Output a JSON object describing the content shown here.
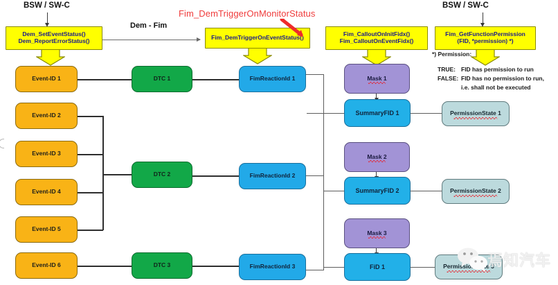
{
  "headers": {
    "left": "BSW / SW-C",
    "right": "BSW / SW-C",
    "dem_fim": "Dem - Fim"
  },
  "annotation": {
    "red_label": "Fim_DemTriggerOnMonitorStatus",
    "arrow": "red-arrow-down-left"
  },
  "api_boxes": [
    {
      "id": "dem-api",
      "lines": [
        "Dem_SetEventStatus()",
        "Dem_ReportErrorStatus()"
      ]
    },
    {
      "id": "fim-trigger",
      "lines": [
        "Fim_DemTriggerOnEventStatus()"
      ]
    },
    {
      "id": "fim-callout",
      "lines": [
        "Fim_CalloutOnInitFidx()",
        "Fim_CalloutOnEventFidx()"
      ]
    },
    {
      "id": "fim-getperm",
      "lines": [
        "Fim_GetFunctionPermission",
        "(FID, *permission)  *)"
      ]
    }
  ],
  "permission_note": {
    "star": "*) Permission:",
    "rows": [
      {
        "key": "TRUE:",
        "text": "FID has permission to run"
      },
      {
        "key": "FALSE:",
        "text": "FID has no permission to run,"
      }
    ],
    "continuation": "i.e. shall not be executed"
  },
  "events": [
    {
      "label": "Event-ID 1"
    },
    {
      "label": "Event-ID 2"
    },
    {
      "label": "Event-ID 3"
    },
    {
      "label": "Event-ID 4"
    },
    {
      "label": "Event-ID 5"
    },
    {
      "label": "Event-ID 6"
    }
  ],
  "dtcs": [
    {
      "label": "DTC 1"
    },
    {
      "label": "DTC 2"
    },
    {
      "label": "DTC 3"
    }
  ],
  "reactions": [
    {
      "label": "FimReactionId 1"
    },
    {
      "label": "FimReactionId 2"
    },
    {
      "label": "FimReactionId 3"
    }
  ],
  "masks": [
    {
      "label": "Mask 1"
    },
    {
      "label": "Mask 2"
    },
    {
      "label": "Mask 3"
    }
  ],
  "fids": [
    {
      "label": "SummaryFID 1"
    },
    {
      "label": "SummaryFID 2"
    },
    {
      "label": "FiD 1"
    }
  ],
  "permission_states": [
    {
      "label": "PermissionState 1"
    },
    {
      "label": "PermissionState 2"
    },
    {
      "label": "PermissionState 3"
    }
  ],
  "watermark": {
    "text": "焉知汽车",
    "icon": "wechat-logo"
  },
  "colors": {
    "api_fill": "#ffff00",
    "api_text": "#1a1a8c",
    "event_fill": "#f9b316",
    "dtc_fill": "#12a848",
    "reaction_fill": "#22a9e8",
    "mask_fill": "#a293d6",
    "fid_fill": "#22b0e8",
    "permstate_fill": "#bcdadd",
    "annotation_red": "#ef3b3b",
    "line": "#5d5d5d"
  }
}
